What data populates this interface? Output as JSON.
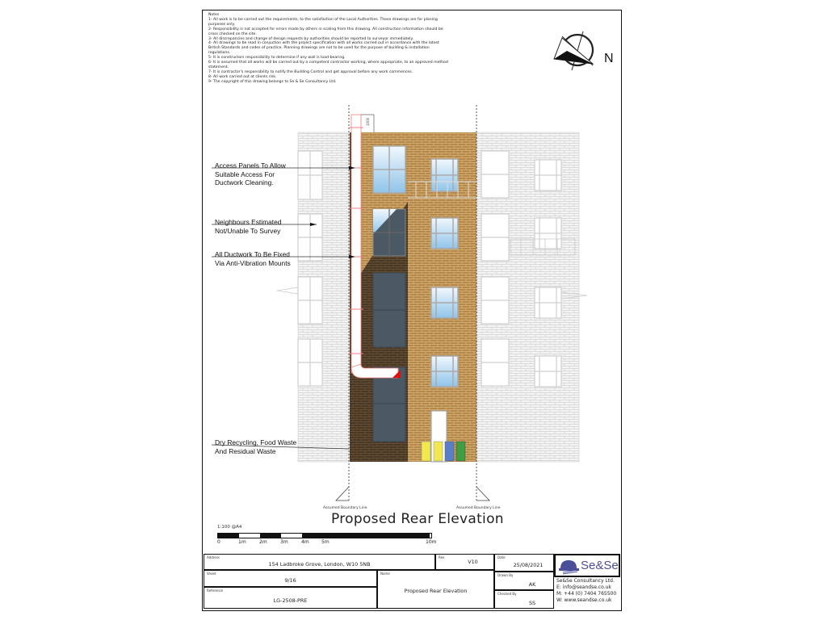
{
  "notes": {
    "heading": "Notes",
    "items": [
      "1- All work is to be carried out the requirements, to the satisfaction of the Local Authorities. These drawings are for planing purposes only.",
      "2- Responsibility is not accepted for errors made by others in scaling from this drawing. All construction information should be cross checked on the site.",
      "3- All discrepancies and change of design requests by authorities should be reported to surveyor immediately.",
      "4- All drawings to be read in conjuction with the project specification with all works carried out in accordance with the latest British Standards and codes of practice. Planning drawings are not to be used for the purpose of building & installation regulations.",
      "5- It is constructors responsibility to determine if any wall is load-bearing.",
      "6- It is assumed that all works will be carried out by a competent contractor working, where appropriate, to an approved method statement.",
      "7- It is contractor's responsibility to notify the Building Control and get approval before any work commences.",
      "8- All work carried out at clients risk.",
      "9- The copyright of this drawing belongs to Se & Se Consultancy Ltd."
    ]
  },
  "compass": {
    "north_label": "N",
    "icon": "north-arrow-icon"
  },
  "callouts": [
    {
      "lines": [
        "Access Panels To Allow",
        "Suitable Access For",
        "Ductwork Cleaning."
      ]
    },
    {
      "lines": [
        "Neighbours Estimated",
        "Not/Unable To Survey"
      ]
    },
    {
      "lines": [
        "All Ductwork To Be Fixed",
        "Via Anti-Vibration Mounts"
      ]
    },
    {
      "lines": [
        "Dry Recycling, Food Waste",
        "And Residual Waste"
      ]
    }
  ],
  "dimension_label": "1000",
  "boundary_labels": [
    "Assumed Boundary Line",
    "Assumed Boundary Line"
  ],
  "drawing_title": "Proposed Rear Elevation",
  "scale": {
    "label": "1:100 @A4",
    "ticks": [
      "0",
      "1m",
      "2m",
      "3m",
      "4m",
      "5m",
      "10m"
    ]
  },
  "colors": {
    "brick_main": "#b5874a",
    "brick_shadow": "#4a3826",
    "neighbour_brick": "#e6e6e6",
    "glass": "#bfe0f5",
    "dark_glass": "#4b5965",
    "duct": "#ffffff",
    "duct_outline": "#f08080",
    "duct_outlet": "#e01010",
    "bin_yellow": "#f1e850",
    "bin_blue": "#5a7ec8",
    "bin_green": "#3f9e3f",
    "brand": "#4a4f97"
  },
  "title_block": {
    "address_label": "Address",
    "address": "154 Ladbroke Grove, London, W10 5NB",
    "rev_label": "Rev",
    "rev": "V10",
    "date_label": "Date",
    "date": "25/08/2021",
    "sheet_label": "Sheet",
    "sheet": "9/16",
    "name_label": "Name",
    "name": "Proposed Rear Elevation",
    "drawn_by_label": "Drawn By",
    "drawn_by": "AK",
    "reference_label": "Reference",
    "reference": "LG-2508-PRE",
    "checked_by_label": "Checked By",
    "checked_by": "SS"
  },
  "company": {
    "logo_text": "Se&Se",
    "name": "Se&Se Consultancy Ltd.",
    "email": "E: info@seandse.co.uk",
    "phone": "M: +44 (0) 7404 765500",
    "web": "W: www.seandse.co.uk"
  }
}
